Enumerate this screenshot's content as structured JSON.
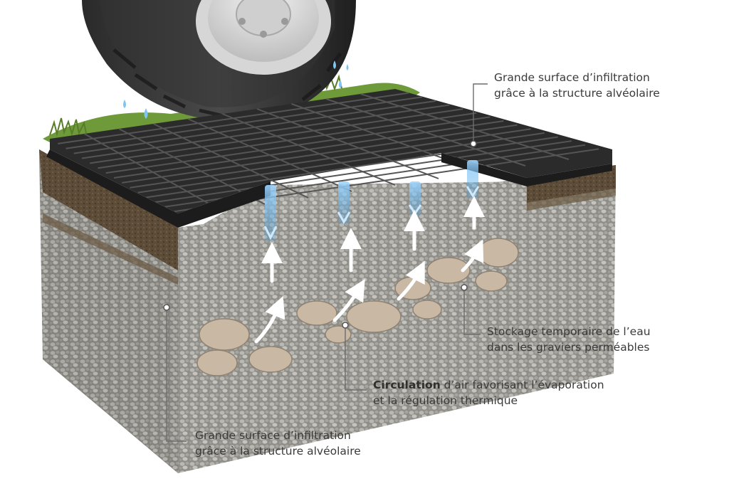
{
  "callouts": {
    "top_right": {
      "line1": "Grande surface d’infiltration",
      "line2": "grâce à la structure alvéolaire"
    },
    "middle_right": {
      "line1": "Stockage temporaire de l’eau",
      "line2": "dans les graviers perméables"
    },
    "bottom_center": {
      "bold": "Circulation",
      "line1_rest": " d’air favorisant l’évaporation",
      "line2": "et la régulation thermique"
    },
    "bottom_left": {
      "line1": "Grande surface d’infiltration",
      "line2": "grâce à la structure alvéolaire"
    }
  },
  "colors": {
    "grid": "#2b2b2b",
    "gravel": "#9a9a94",
    "soil": "#5a4a35",
    "grass": "#6f9a3a",
    "water": "#7fc4f2",
    "air": "#ffffff",
    "leader": "#6d6d6d"
  }
}
